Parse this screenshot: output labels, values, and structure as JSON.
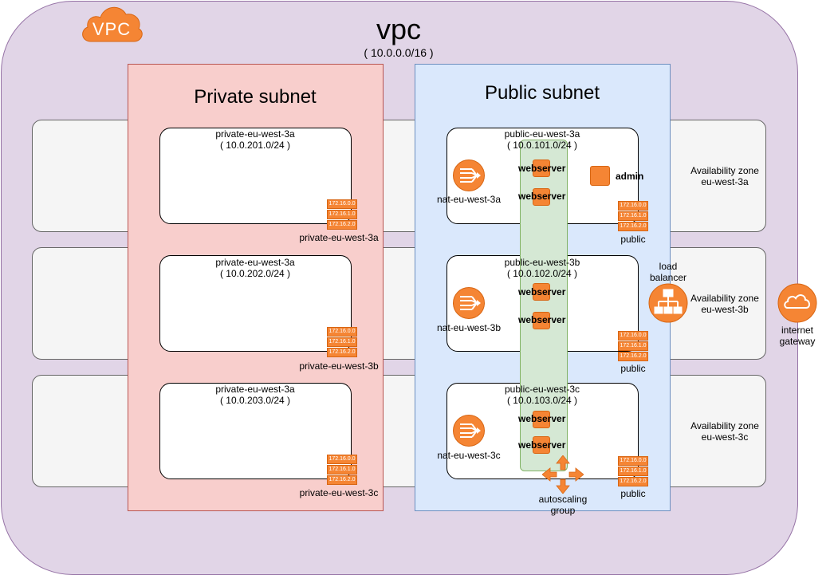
{
  "vpc": {
    "badge": "VPC",
    "title": "vpc",
    "cidr": "( 10.0.0.0/16 )"
  },
  "availability_zones": [
    {
      "label_line1": "Availability zone",
      "label_line2": "eu-west-3a"
    },
    {
      "label_line1": "Availability zone",
      "label_line2": "eu-west-3b"
    },
    {
      "label_line1": "Availability zone",
      "label_line2": "eu-west-3c"
    }
  ],
  "private_subnet": {
    "title": "Private subnet",
    "subnets": [
      {
        "name": "private-eu-west-3a",
        "cidr": "( 10.0.201.0/24 )",
        "route_label": "private-eu-west-3a"
      },
      {
        "name": "private-eu-west-3a",
        "cidr": "( 10.0.202.0/24 )",
        "route_label": "private-eu-west-3b"
      },
      {
        "name": "private-eu-west-3a",
        "cidr": "( 10.0.203.0/24 )",
        "route_label": "private-eu-west-3c"
      }
    ]
  },
  "public_subnet": {
    "title": "Public subnet",
    "subnets": [
      {
        "name": "public-eu-west-3a",
        "cidr": "( 10.0.101.0/24 )",
        "nat": "nat-eu-west-3a",
        "route_label": "public"
      },
      {
        "name": "public-eu-west-3b",
        "cidr": "( 10.0.102.0/24 )",
        "nat": "nat-eu-west-3b",
        "route_label": "public"
      },
      {
        "name": "public-eu-west-3c",
        "cidr": "( 10.0.103.0/24 )",
        "nat": "nat-eu-west-3c",
        "route_label": "public"
      }
    ]
  },
  "route_table_rows": [
    "172.16.0.0",
    "172.16.1.0",
    "172.16.2.0"
  ],
  "webserver_label": "webserver",
  "admin_label": "admin",
  "autoscaling": {
    "line1": "autoscaling",
    "line2": "group"
  },
  "load_balancer": {
    "line1": "load",
    "line2": "balancer"
  },
  "internet_gateway": {
    "line1": "internet",
    "line2": "gateway"
  },
  "colors": {
    "vpc_fill": "#e1d5e7",
    "private_fill": "#f8cecc",
    "public_fill": "#dae8fc",
    "asg_fill": "#d5e8d4",
    "aws_orange": "#f58534"
  }
}
